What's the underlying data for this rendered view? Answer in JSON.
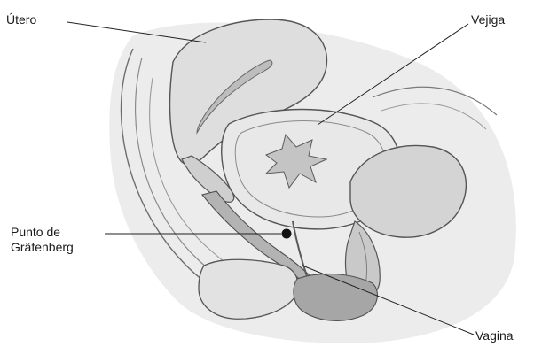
{
  "labels": {
    "utero": "Útero",
    "vejiga": "Vejiga",
    "punto_line1": "Punto de",
    "punto_line2": "Gräfenberg",
    "vagina": "Vagina"
  },
  "colors": {
    "background": "#ffffff",
    "tissue_light": "#e6e6e6",
    "tissue_mid": "#cfcfcf",
    "tissue_dark": "#a9a9a9",
    "outline": "#4a4a4a",
    "leader_line": "#222222",
    "marker": "#111111"
  }
}
